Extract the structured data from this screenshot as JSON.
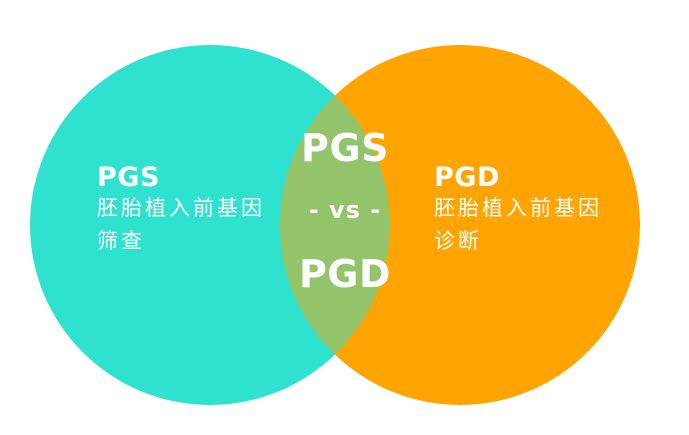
{
  "colors": {
    "left_circle": "#2ee2cf",
    "right_circle": "#ffa400",
    "overlap": "#93c46a",
    "text": "#ffffff",
    "background": "#ffffff"
  },
  "left": {
    "title": "PGS",
    "desc_line1": "胚胎植入前基因",
    "desc_line2": "筛查"
  },
  "right": {
    "title": "PGD",
    "desc_line1": "胚胎植入前基因",
    "desc_line2": "诊断"
  },
  "center": {
    "top": "PGS",
    "middle": "- vs -",
    "bottom": "PGD"
  }
}
